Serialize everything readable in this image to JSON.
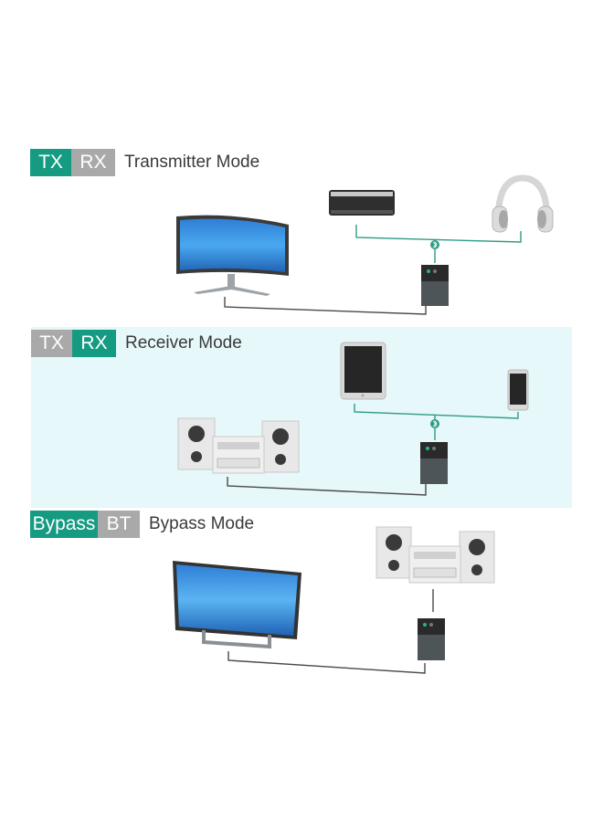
{
  "colors": {
    "accent": "#159b82",
    "inactive": "#a9a9a9",
    "connector": "#2e9b84",
    "cable": "#4a4a4a",
    "highlight_bg": "#e6f8fa"
  },
  "modes": [
    {
      "id": "transmitter",
      "tags": [
        {
          "text": "TX",
          "active": true
        },
        {
          "text": "RX",
          "active": false
        }
      ],
      "label": "Transmitter Mode",
      "devices": [
        "curved-monitor-icon",
        "soundbar-icon",
        "headphones-icon",
        "adapter-icon"
      ],
      "link": "bluetooth"
    },
    {
      "id": "receiver",
      "tags": [
        {
          "text": "TX",
          "active": false
        },
        {
          "text": "RX",
          "active": true
        }
      ],
      "label": "Receiver Mode",
      "devices": [
        "tablet-icon",
        "phone-icon",
        "stereo-system-icon",
        "adapter-icon"
      ],
      "link": "bluetooth"
    },
    {
      "id": "bypass",
      "tags": [
        {
          "text": "Bypass",
          "active": true
        },
        {
          "text": "BT",
          "active": false
        }
      ],
      "label": "Bypass Mode",
      "devices": [
        "tv-icon",
        "stereo-system-icon",
        "adapter-icon"
      ],
      "link": "wired"
    }
  ]
}
